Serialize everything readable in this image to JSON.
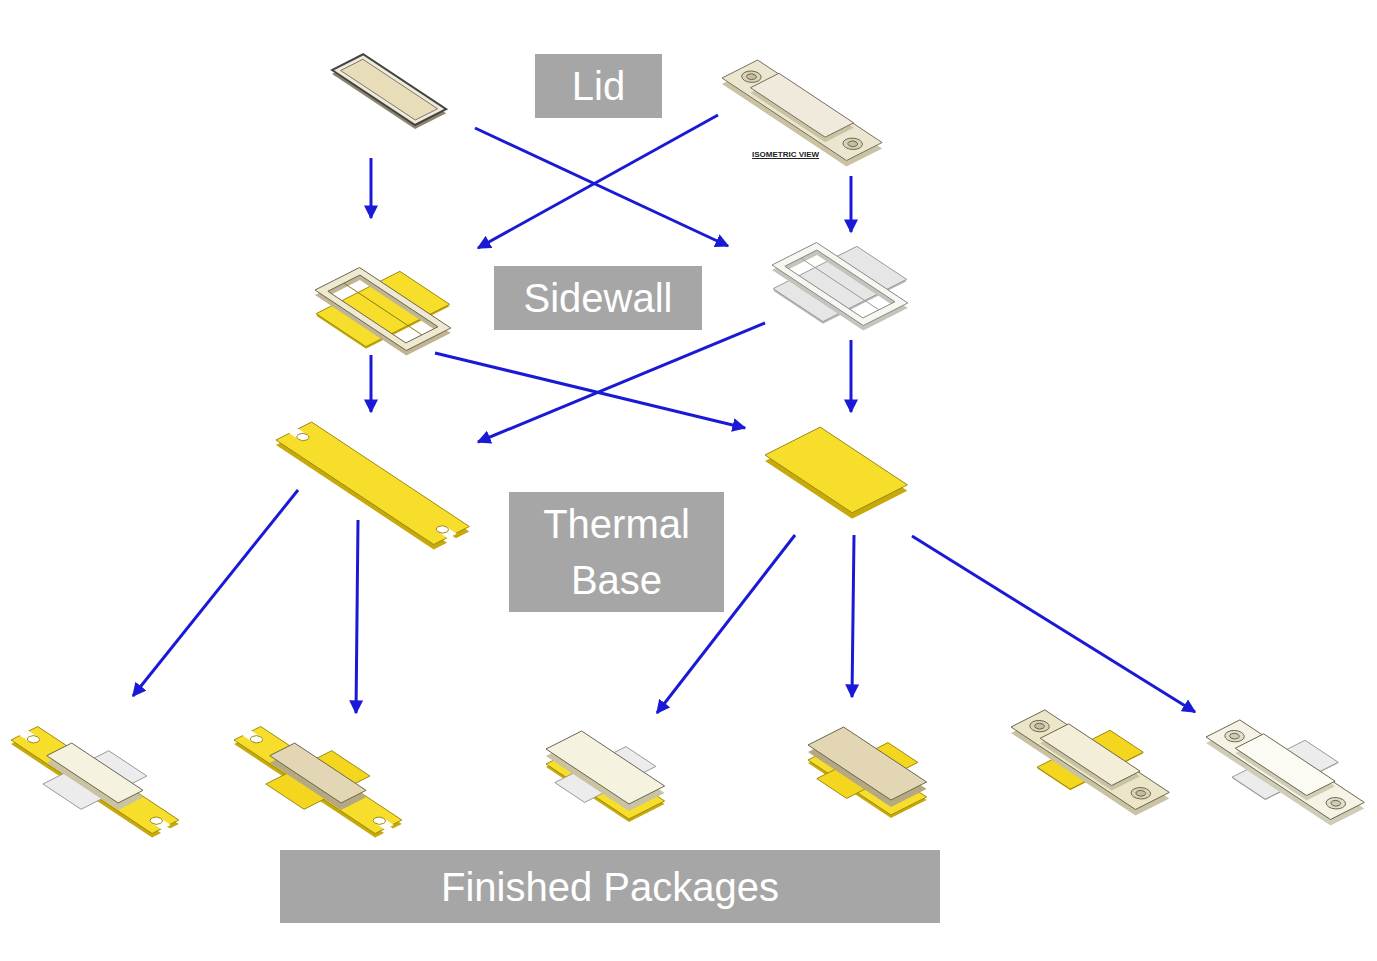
{
  "diagram": {
    "nodes": [
      {
        "text": [
          "Lid"
        ]
      },
      {
        "text": [
          "Sidewall"
        ]
      },
      {
        "text": [
          "Thermal Base"
        ]
      },
      {
        "text": [
          "Finished Packages"
        ]
      }
    ],
    "labels": [
      "ISOMETRIC VIEW"
    ]
  }
}
